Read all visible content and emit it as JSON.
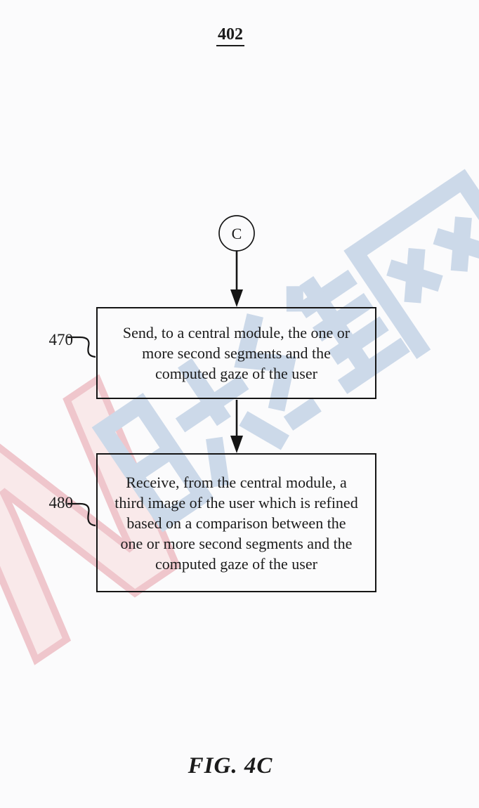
{
  "page": {
    "figure_ref": "402",
    "caption": "FIG. 4C"
  },
  "flowchart": {
    "entry_connector": {
      "label": "C"
    },
    "steps": [
      {
        "ref": "470",
        "text": "Send, to a central module, the one or\nmore second segments and the\ncomputed gaze of the user"
      },
      {
        "ref": "480",
        "text": "Receive, from the central module, a\nthird image of the user which is refined\nbased on a comparison between the\none or more second segments and the\ncomputed gaze of the user"
      }
    ]
  },
  "watermark": {
    "letter": "N",
    "text": "N映维网",
    "blue": "#ccd9e9",
    "pink_fill": "#f9e9ea",
    "pink_stroke": "#efc6cc"
  },
  "colors": {
    "ink": "#151515",
    "background": "#fbfbfc"
  }
}
